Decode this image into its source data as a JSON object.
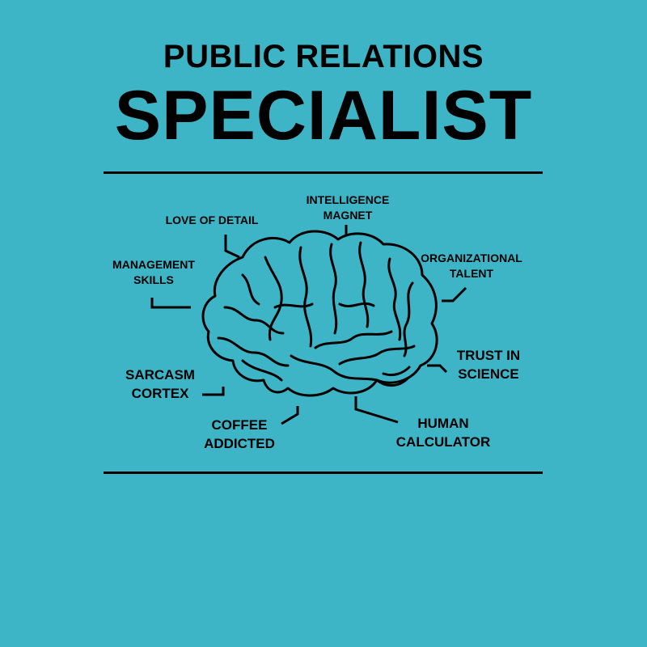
{
  "title": {
    "line1": "PUBLIC RELATIONS",
    "line2": "SPECIALIST"
  },
  "labels": {
    "intelligence": [
      "INTELLIGENCE",
      "MAGNET"
    ],
    "love_of_detail": [
      "LOVE OF DETAIL"
    ],
    "management": [
      "MANAGEMENT",
      "SKILLS"
    ],
    "organizational": [
      "ORGANIZATIONAL",
      "TALENT"
    ],
    "trust": [
      "TRUST IN",
      "SCIENCE"
    ],
    "sarcasm": [
      "SARCASM",
      "CORTEX"
    ],
    "coffee": [
      "COFFEE",
      "ADDICTED"
    ],
    "human": [
      "HUMAN",
      "CALCULATOR"
    ]
  },
  "colors": {
    "background": "#3db5c6",
    "ink": "#000000"
  },
  "icons": [
    "brain-icon"
  ]
}
